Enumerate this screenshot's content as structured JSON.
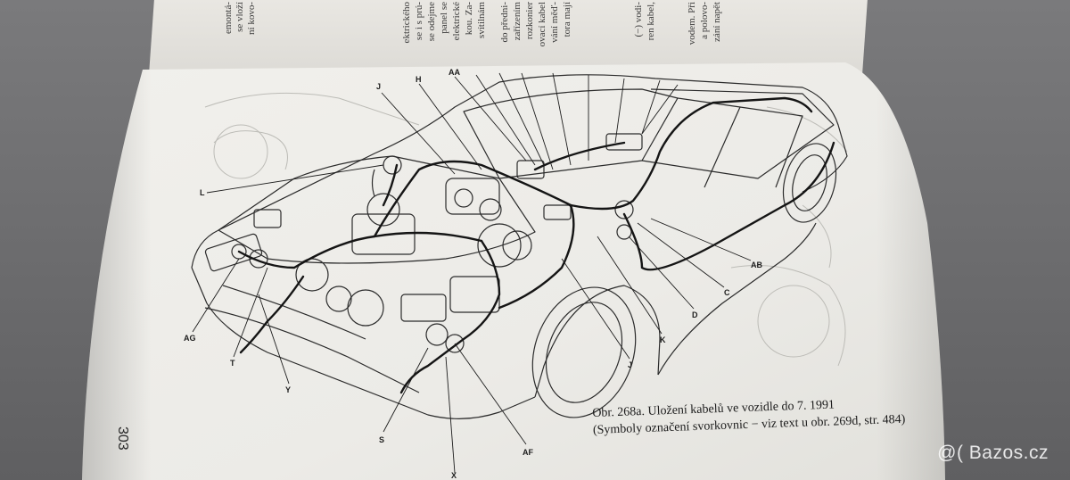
{
  "previous_page": {
    "text_columns": [
      "emontá-",
      "se vloží",
      "ní kovo-",
      "ektrického",
      "se i s prú-",
      "se odejme",
      "panel se",
      "elektrické",
      "kou. Za-",
      "svítilnám",
      "do předni-",
      "zařízením",
      "rozkonier",
      "ovací kabel",
      "vání měď-",
      "tora mají",
      "(−) vodi-",
      "ren kabel,",
      "vodem. Při",
      "a polovo-",
      "zání napět"
    ]
  },
  "figure": {
    "labels": {
      "J_top": "J",
      "H_top": "H",
      "top_AA": "AA",
      "L": "L",
      "AG": "AG",
      "T": "T",
      "Y": "Y",
      "S": "S",
      "X": "X",
      "AF": "AF",
      "J_bottom": "J",
      "K": "K",
      "D": "D",
      "C": "C",
      "AB": "AB"
    }
  },
  "caption": {
    "line1": "Obr. 268a. Uložení kabelů ve vozidle do 7. 1991",
    "line2": "(Symboly označení svorkovnic − viz text u obr. 269d, str. 484)"
  },
  "page_number": "303",
  "watermark": "@( Bazos.cz"
}
